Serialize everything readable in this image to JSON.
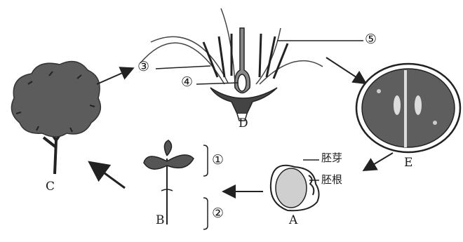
{
  "labels": {
    "seed": "A",
    "seedling": "B",
    "tree": "C",
    "flower": "D",
    "fruit": "E"
  },
  "markers": {
    "m1": "①",
    "m2": "②",
    "m3": "③",
    "m4": "④",
    "m5": "⑤"
  },
  "seed_parts": {
    "plumule": "胚芽",
    "radicle": "胚根"
  }
}
